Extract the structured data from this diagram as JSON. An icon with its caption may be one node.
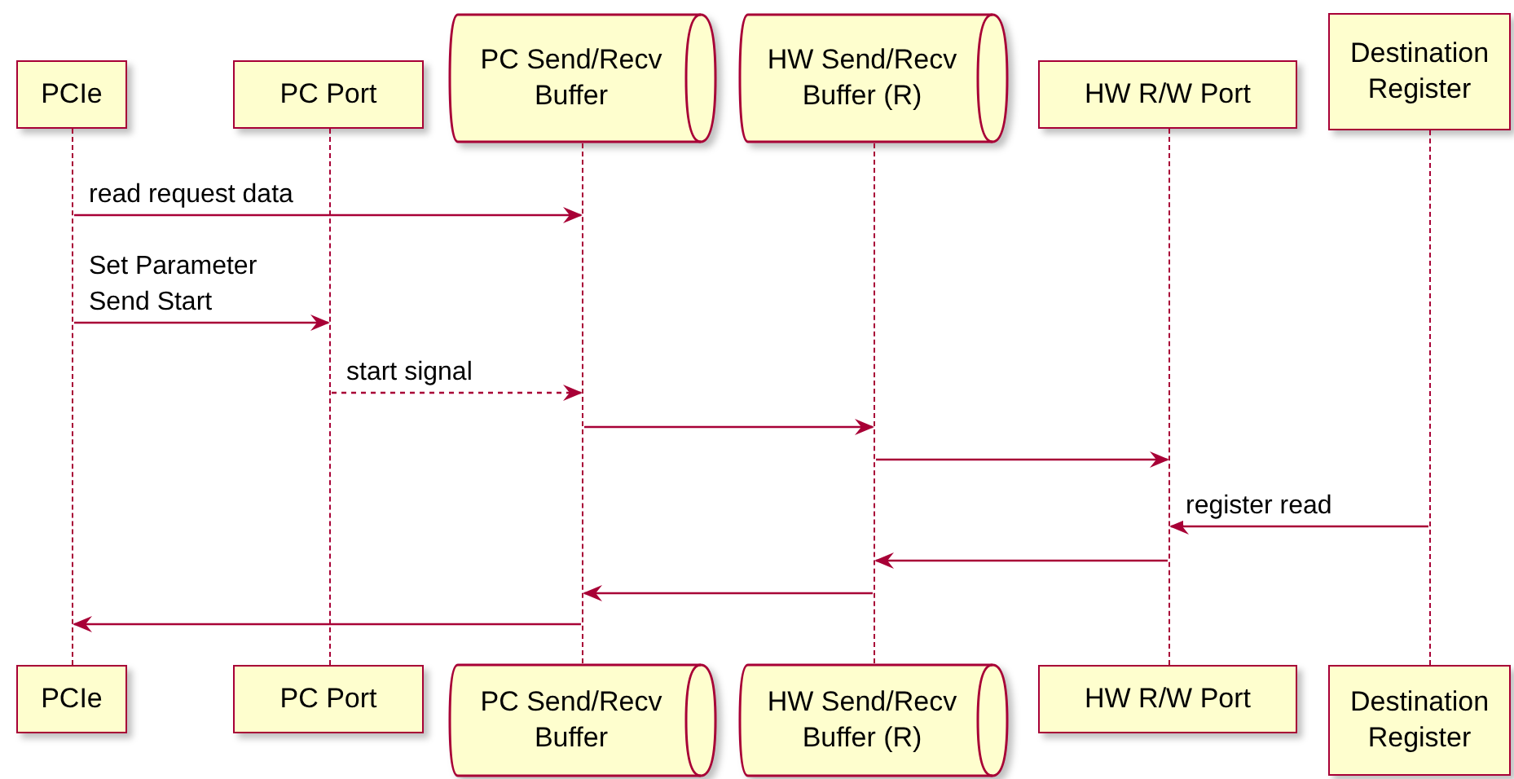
{
  "diagram": {
    "nodes": [
      {
        "text": [
          "PCIe"
        ]
      },
      {
        "text": [
          "PC Port"
        ]
      },
      {
        "text": [
          "PC Send/Recv Buffer"
        ]
      },
      {
        "text": [
          "HW Send/Recv Buffer (R)"
        ]
      },
      {
        "text": [
          "HW R/W Port"
        ]
      },
      {
        "text": [
          "Destination Register"
        ]
      },
      {
        "text": [],
        "shape": "line"
      },
      {
        "text": [],
        "shape": "line"
      },
      {
        "text": [],
        "shape": "line"
      },
      {
        "text": [],
        "shape": "line"
      },
      {
        "text": [],
        "shape": "line"
      },
      {
        "text": [],
        "shape": "line"
      },
      {
        "text": [
          "PCIe"
        ]
      },
      {
        "text": [
          "PC Port"
        ]
      },
      {
        "text": [
          "PC Send/Recv Buffer"
        ]
      },
      {
        "text": [
          "HW Send/Recv Buffer (R)"
        ]
      },
      {
        "text": [
          "HW R/W Port"
        ]
      },
      {
        "text": [
          "Destination Register"
        ]
      }
    ],
    "edges": [
      {
        "from": 6,
        "to": 8,
        "arrow": "to",
        "label": "read request data"
      },
      {
        "from": 6,
        "to": 7,
        "arrow": "to",
        "label": "Set Parameter Send Start"
      },
      {
        "from": 7,
        "to": 8,
        "arrow": "to",
        "label": "start signal",
        "style": "dashed"
      },
      {
        "from": 8,
        "to": 9,
        "arrow": "to"
      },
      {
        "from": 9,
        "to": 10,
        "arrow": "to"
      },
      {
        "from": 11,
        "to": 10,
        "arrow": "to",
        "label": "register read"
      },
      {
        "from": 10,
        "to": 9,
        "arrow": "to"
      },
      {
        "from": 9,
        "to": 8,
        "arrow": "to"
      },
      {
        "from": 8,
        "to": 6,
        "arrow": "to"
      }
    ]
  }
}
